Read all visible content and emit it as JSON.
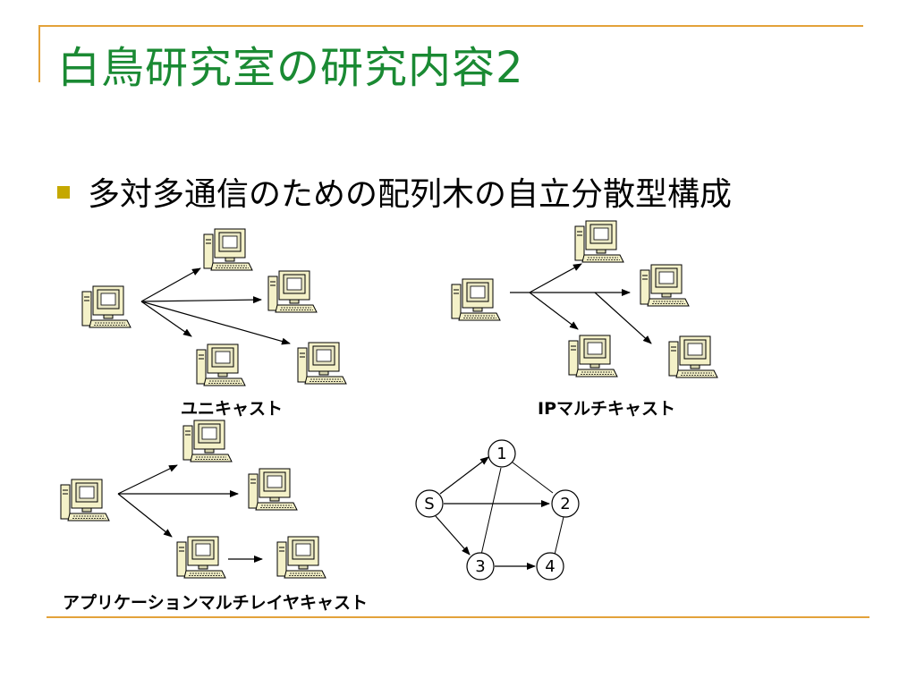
{
  "slide": {
    "title": "白鳥研究室の研究内容2",
    "bullet": "多対多通信のための配列木の自立分散型構成",
    "accent_color": "#e3a23a",
    "title_color": "#1a8a33",
    "bullet_color": "#c5a800"
  },
  "captions": {
    "unicast": "ユニキャスト",
    "ip_multicast": "IPマルチキャスト",
    "app_multicast": "アプリケーションマルチレイヤキャスト"
  },
  "graph": {
    "nodes": [
      "S",
      "1",
      "2",
      "3",
      "4"
    ]
  },
  "icons": {
    "computer": "computer-icon"
  }
}
